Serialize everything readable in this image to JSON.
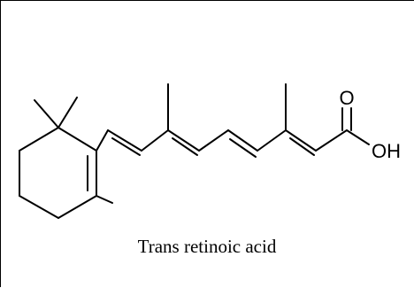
{
  "molecule": {
    "atom_o_label": "O",
    "atom_oh_label": "OH"
  },
  "caption": "Trans retinoic acid"
}
